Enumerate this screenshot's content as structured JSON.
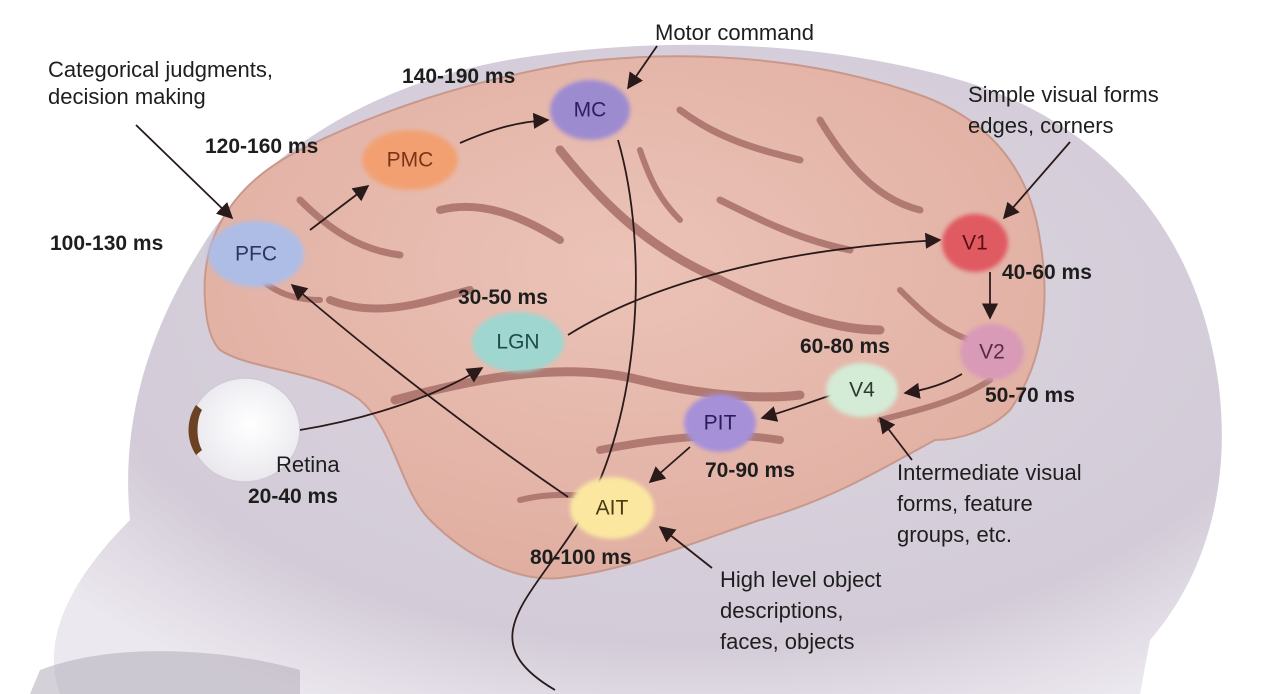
{
  "colors": {
    "head": "#d8d2dc",
    "brain": "#e6b8ac",
    "sulcus": "#b07a72",
    "text": "#1e1e1e",
    "arrow": "#2a1a1a"
  },
  "nodes": {
    "pfc": {
      "label": "PFC",
      "color": "#aebde6",
      "time": "100-130 ms"
    },
    "pmc": {
      "label": "PMC",
      "color": "#f2a072",
      "time": "120-160 ms"
    },
    "mc": {
      "label": "MC",
      "color": "#9d8bd0",
      "time": "140-190 ms"
    },
    "lgn": {
      "label": "LGN",
      "color": "#9fd6d0",
      "time": "30-50 ms"
    },
    "v1": {
      "label": "V1",
      "color": "#e05a62",
      "time": "40-60 ms"
    },
    "v2": {
      "label": "V2",
      "color": "#d99ab8",
      "time": "50-70 ms"
    },
    "v4": {
      "label": "V4",
      "color": "#d4ebd6",
      "time": "60-80 ms"
    },
    "pit": {
      "label": "PIT",
      "color": "#a690d8",
      "time": "70-90 ms"
    },
    "ait": {
      "label": "AIT",
      "color": "#fbe7a0",
      "time": "80-100 ms"
    }
  },
  "retina": {
    "label": "Retina",
    "time": "20-40 ms"
  },
  "annotations": {
    "motor": [
      "Motor command"
    ],
    "categorical": [
      "Categorical judgments,",
      "decision making"
    ],
    "simple": [
      "Simple visual forms",
      "edges, corners"
    ],
    "intermediate": [
      "Intermediate visual",
      "forms, feature",
      "groups, etc."
    ],
    "high": [
      "High level object",
      "descriptions,",
      "faces, objects"
    ]
  }
}
